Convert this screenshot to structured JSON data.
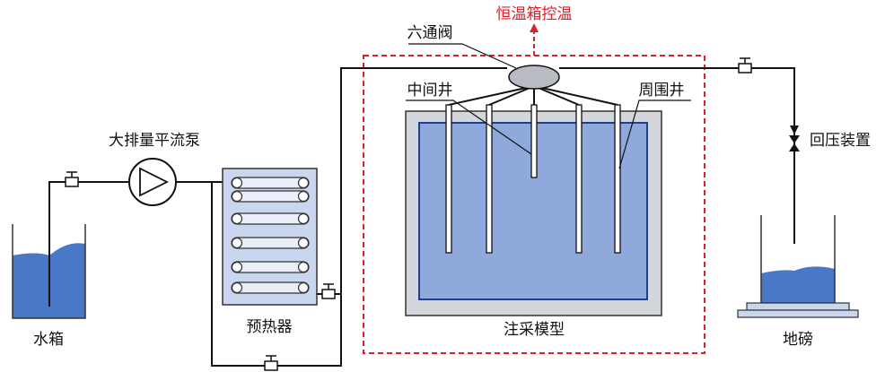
{
  "labels": {
    "oven_control": "恒温箱控温",
    "six_way_valve": "六通阀",
    "middle_well": "中间井",
    "surrounding_well": "周围井",
    "pump": "大排量平流泵",
    "back_pressure": "回压装置",
    "water_tank": "水箱",
    "preheater": "预热器",
    "injection_model": "注采模型",
    "scale": "地磅"
  },
  "colors": {
    "water": "#4a78c8",
    "model_water": "#8fa9dc",
    "model_frame": "#d3d6db",
    "dashed_box": "#d9212b",
    "valve": "#b8bbc2"
  }
}
